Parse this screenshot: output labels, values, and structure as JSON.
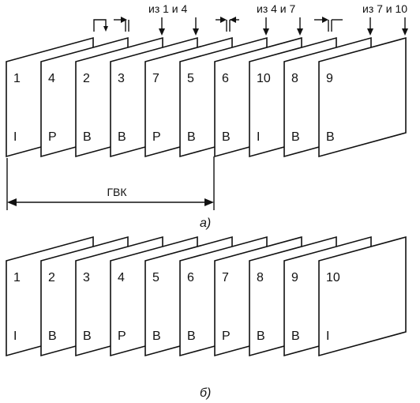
{
  "diagram_a": {
    "caption": "а)",
    "frames": [
      {
        "num": "1",
        "type": "I"
      },
      {
        "num": "4",
        "type": "P"
      },
      {
        "num": "2",
        "type": "B"
      },
      {
        "num": "3",
        "type": "B"
      },
      {
        "num": "7",
        "type": "P"
      },
      {
        "num": "5",
        "type": "B"
      },
      {
        "num": "6",
        "type": "B"
      },
      {
        "num": "10",
        "type": "I"
      },
      {
        "num": "8",
        "type": "B"
      },
      {
        "num": "9",
        "type": "B"
      }
    ],
    "source_labels": [
      "из 1 и 4",
      "из 4 и 7",
      "из 7 и 10"
    ],
    "gop_label": "ГВК"
  },
  "diagram_b": {
    "caption": "б)",
    "frames": [
      {
        "num": "1",
        "type": "I"
      },
      {
        "num": "2",
        "type": "B"
      },
      {
        "num": "3",
        "type": "B"
      },
      {
        "num": "4",
        "type": "P"
      },
      {
        "num": "5",
        "type": "B"
      },
      {
        "num": "6",
        "type": "B"
      },
      {
        "num": "7",
        "type": "P"
      },
      {
        "num": "8",
        "type": "B"
      },
      {
        "num": "9",
        "type": "B"
      },
      {
        "num": "10",
        "type": "I"
      }
    ]
  }
}
